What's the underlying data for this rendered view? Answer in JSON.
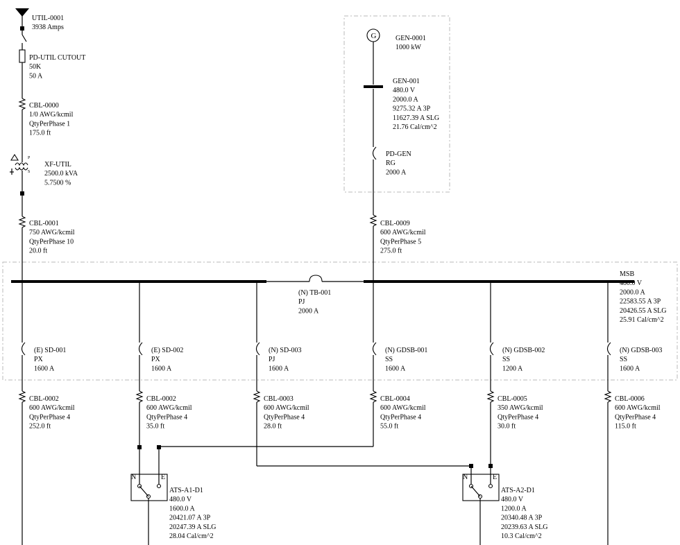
{
  "util": {
    "lines": [
      "UTIL-0001",
      "3938 Amps"
    ]
  },
  "pd_util": {
    "lines": [
      "PD-UTIL CUTOUT",
      "50K",
      "50 A"
    ]
  },
  "cbl_0000": {
    "lines": [
      "CBL-0000",
      "1/0 AWG/kcmil",
      "QtyPerPhase 1",
      "175.0 ft"
    ]
  },
  "xf_util": {
    "lines": [
      "XF-UTIL",
      "2500.0 kVA",
      "5.7500 %"
    ],
    "winding_p": "P",
    "winding_s": "S"
  },
  "cbl_0001": {
    "lines": [
      "CBL-0001",
      "750 AWG/kcmil",
      "QtyPerPhase 10",
      "20.0 ft"
    ]
  },
  "gen": {
    "symbol": "G",
    "lines": [
      "GEN-0001",
      "1000 kW"
    ]
  },
  "gen_bus": {
    "lines": [
      "GEN-001",
      "480.0 V",
      "2000.0 A",
      "9275.32 A 3P",
      "11627.39 A SLG",
      "21.76 Cal/cm^2"
    ]
  },
  "pd_gen": {
    "lines": [
      "PD-GEN",
      "RG",
      "2000 A"
    ]
  },
  "cbl_0009": {
    "lines": [
      "CBL-0009",
      "600 AWG/kcmil",
      "QtyPerPhase 5",
      "275.0 ft"
    ]
  },
  "msb": {
    "lines": [
      "MSB",
      "480.0 V",
      "2000.0 A",
      "22583.55 A 3P",
      "20426.55 A SLG",
      "25.91 Cal/cm^2"
    ]
  },
  "tb": {
    "lines": [
      "(N) TB-001",
      "PJ",
      "2000 A"
    ]
  },
  "breakers": [
    {
      "lines": [
        "(E) SD-001",
        "PX",
        "1600 A"
      ]
    },
    {
      "lines": [
        "(E) SD-002",
        "PX",
        "1600 A"
      ]
    },
    {
      "lines": [
        "(N) SD-003",
        "PJ",
        "1600 A"
      ]
    },
    {
      "lines": [
        "(N) GDSB-001",
        "SS",
        "1600 A"
      ]
    },
    {
      "lines": [
        "(N) GDSB-002",
        "SS",
        "1200 A"
      ]
    },
    {
      "lines": [
        "(N) GDSB-003",
        "SS",
        "1600 A"
      ]
    }
  ],
  "cables": [
    {
      "lines": [
        "CBL-0002",
        "600 AWG/kcmil",
        "QtyPerPhase 4",
        "252.0 ft"
      ]
    },
    {
      "lines": [
        "CBL-0002",
        "600 AWG/kcmil",
        "QtyPerPhase 4",
        "35.0 ft"
      ]
    },
    {
      "lines": [
        "CBL-0003",
        "600 AWG/kcmil",
        "QtyPerPhase 4",
        "28.0 ft"
      ]
    },
    {
      "lines": [
        "CBL-0004",
        "600 AWG/kcmil",
        "QtyPerPhase 4",
        "55.0 ft"
      ]
    },
    {
      "lines": [
        "CBL-0005",
        "350 AWG/kcmil",
        "QtyPerPhase 4",
        "30.0 ft"
      ]
    },
    {
      "lines": [
        "CBL-0006",
        "600 AWG/kcmil",
        "QtyPerPhase 4",
        "115.0 ft"
      ]
    }
  ],
  "ats": [
    {
      "lines": [
        "ATS-A1-D1",
        "480.0 V",
        "1600.0 A",
        "20421.07 A 3P",
        "20247.39 A SLG",
        "28.04 Cal/cm^2"
      ],
      "n_label": "N",
      "e_label": "E"
    },
    {
      "lines": [
        "ATS-A2-D1",
        "480.0 V",
        "1200.0 A",
        "20340.48 A 3P",
        "20239.63 A SLG",
        "10.3 Cal/cm^2"
      ],
      "n_label": "N",
      "e_label": "E"
    }
  ]
}
